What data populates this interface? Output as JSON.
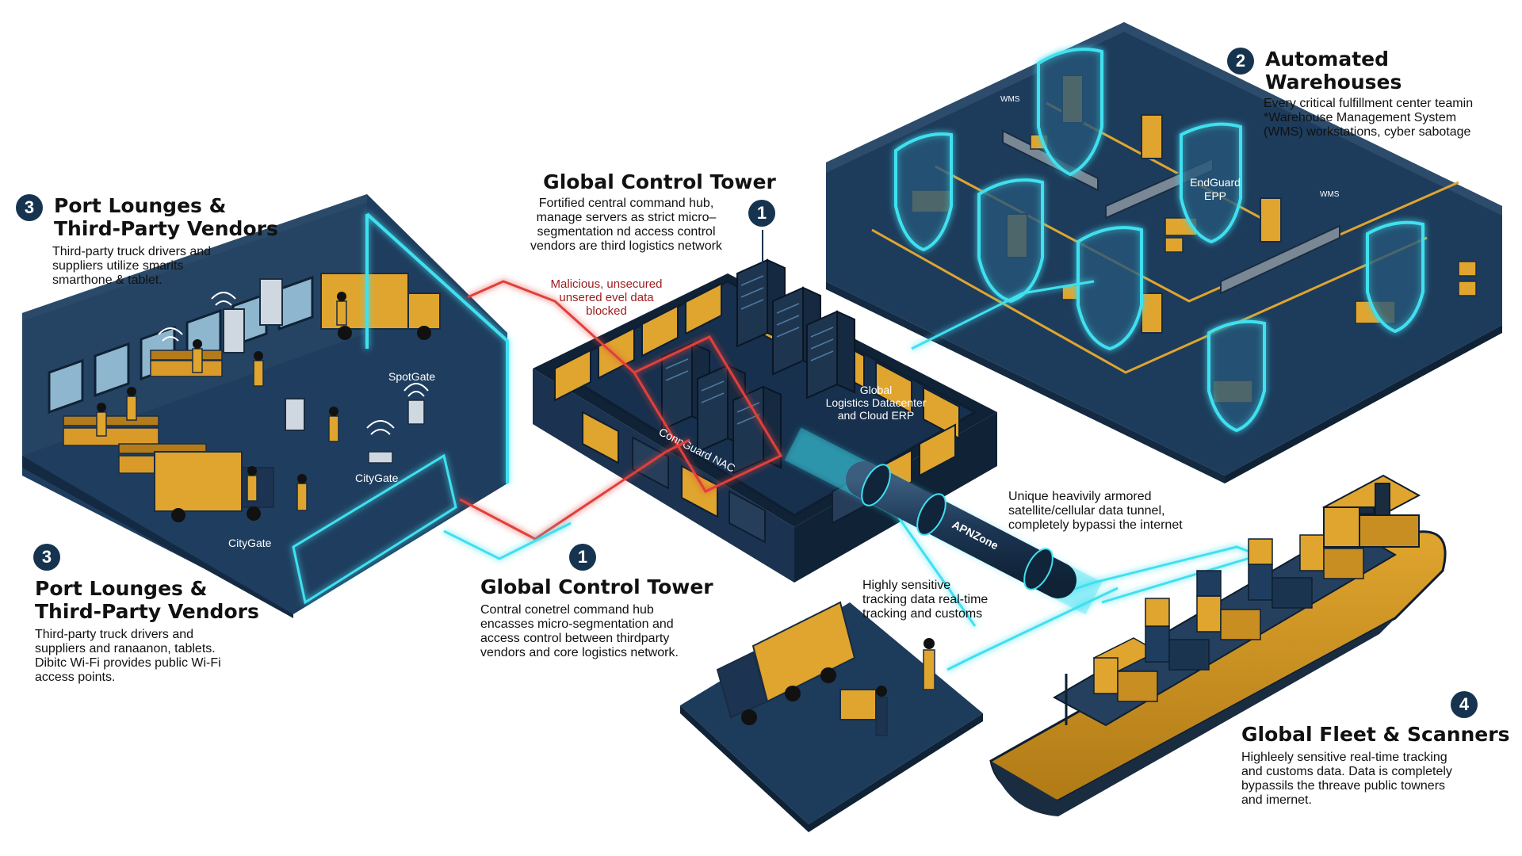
{
  "colors": {
    "navy": "#16344f",
    "floor": "#1d3c5c",
    "wall": "#223f5e",
    "gold": "#e0a52e",
    "cyan": "#3fe0f0",
    "red": "#e0403a"
  },
  "top_center_callout": {
    "badge": "1",
    "title": "Global Control Tower",
    "lines": [
      "Fortified central command hub,",
      "manage servers as strict micro–",
      "segmentation nd access control",
      "vendors are third logistics network"
    ]
  },
  "warehouse_callout": {
    "badge": "2",
    "title": "Automated Warehouses",
    "lines": [
      "Every critical fulfillment center teamin",
      "*Warehouse Management System",
      "(WMS) workstations, cyber sabotage"
    ]
  },
  "top_left_callout": {
    "badge": "3",
    "title_lines": [
      "Port Lounges &",
      "Third-Party Vendors"
    ],
    "lines": [
      "Third-party truck drivers and",
      "suppliers utilize smarits",
      "smarthone & tablet."
    ]
  },
  "bottom_left_callout": {
    "badge": "3",
    "title_lines": [
      "Port Lounges &",
      "Third-Party Vendors"
    ],
    "lines": [
      "Third-party truck drivers and",
      "suppliers and ranaanon, tablets.",
      "Dibitc Wi-Fi provides public Wi-Fi",
      "access points."
    ]
  },
  "bottom_center_callout": {
    "badge": "1",
    "title": "Global Control Tower",
    "lines": [
      "Contral conetrel command hub",
      "encasses micro-segmentation and",
      "access control between thirdparty",
      "vendors and core logistics network."
    ]
  },
  "fleet_callout": {
    "badge": "4",
    "title": "Global Fleet & Scanners",
    "lines": [
      "Highleely sensitive real-time tracking",
      "and customs data. Data is completely",
      "bypassils the threave public towners",
      "and imernet."
    ]
  },
  "blocked_label": [
    "Malicious, unsecured",
    "unsered evel data",
    "blocked"
  ],
  "tunnel_label": [
    "Unique heavivily armored",
    "satellite/cellular data tunnel,",
    "completely bypassi the internet"
  ],
  "tracking_label": [
    "Highly sensitive",
    "tracking data real-time",
    "tracking and customs"
  ],
  "datacenter_label": [
    "Global",
    "Logistics Datacenter",
    "and Cloud ERP"
  ],
  "nac_label": "ConnGuard NAC",
  "tunnel_name": "APNZone",
  "epp_label": [
    "EndGuard",
    "EPP"
  ],
  "wms_tags": [
    "WMS",
    "WMS"
  ],
  "gate_labels": {
    "spot": "SpotGate",
    "city_a": "CityGate",
    "city_b": "CityGate"
  }
}
